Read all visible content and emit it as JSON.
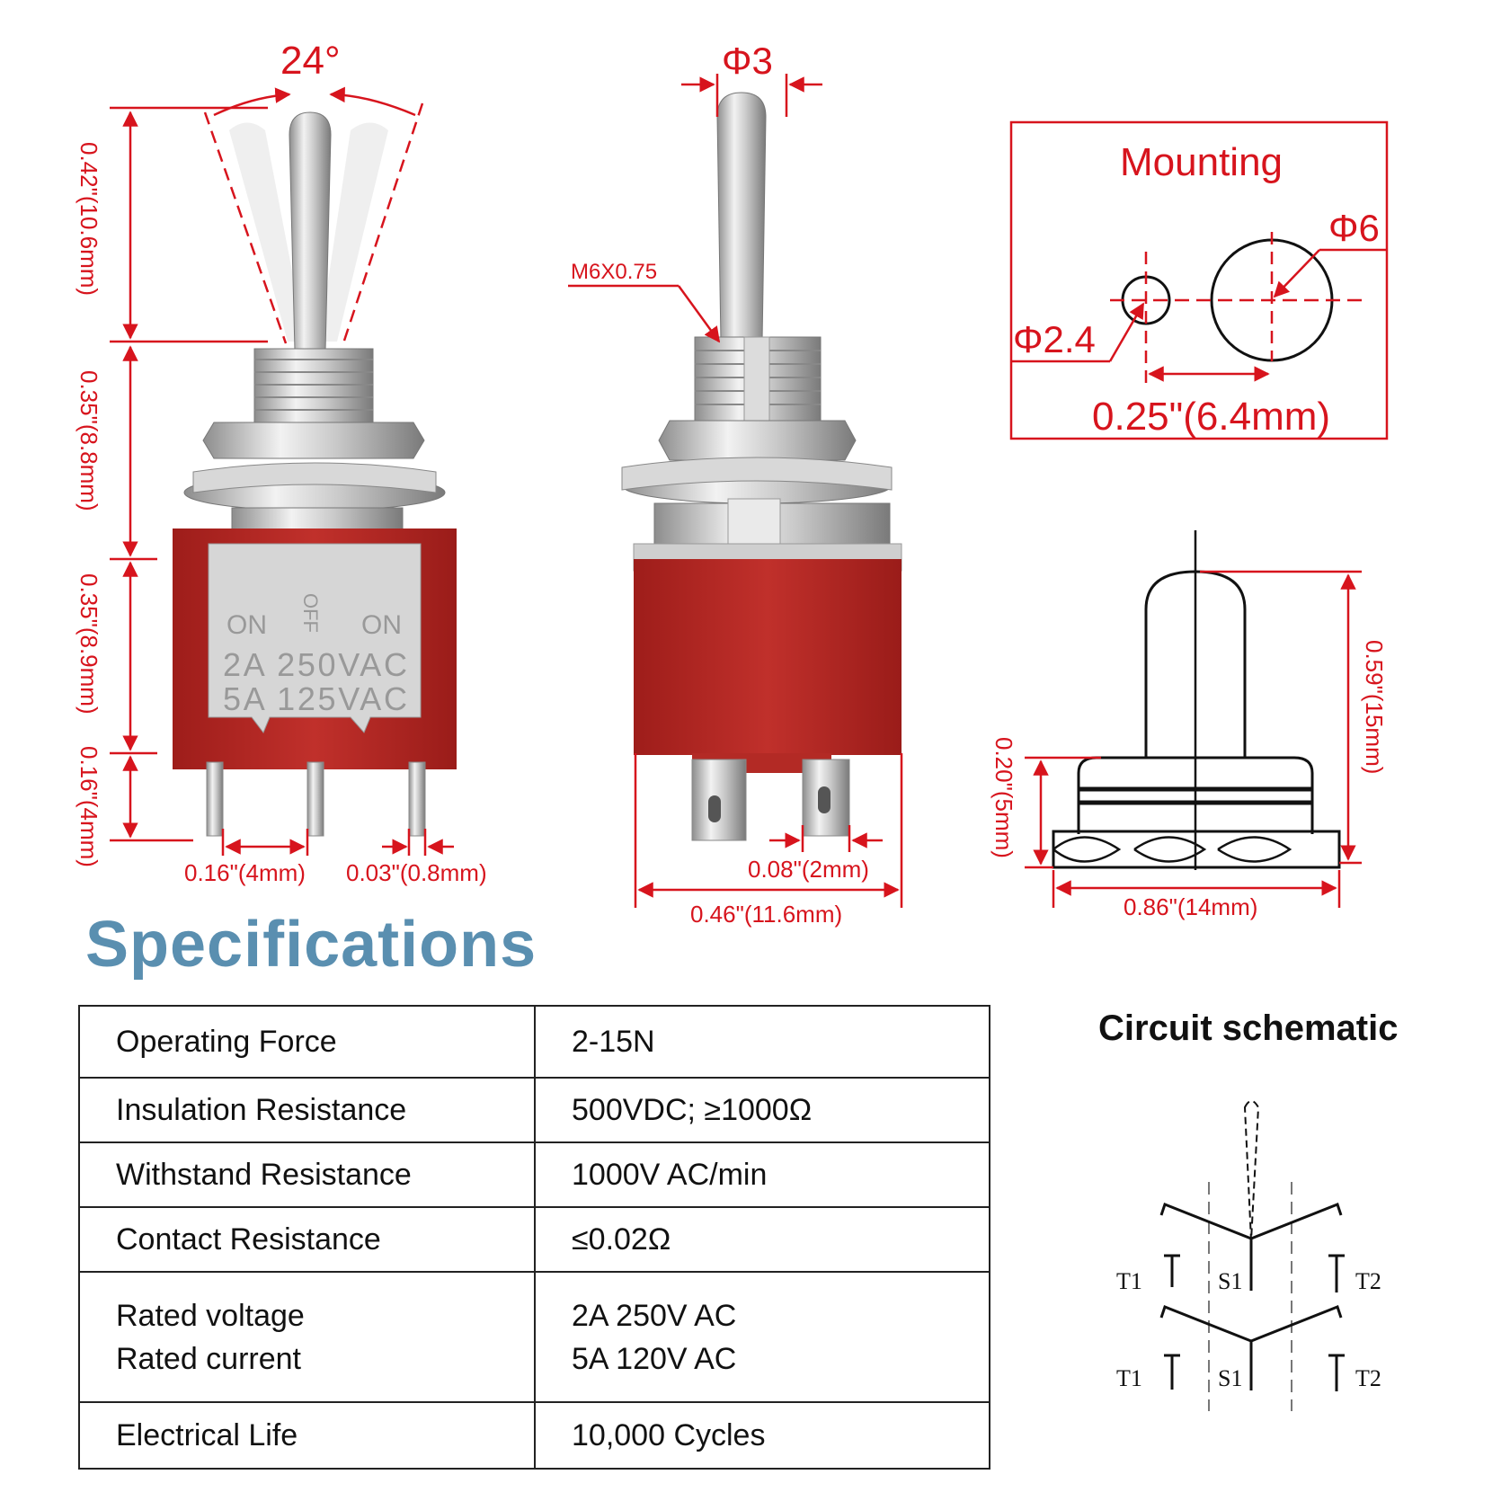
{
  "dimensions": {
    "angle": "24°",
    "lever_height": "0.42\"(10.6mm)",
    "bushing_height": "0.35\"(8.8mm)",
    "body_height": "0.35\"(8.9mm)",
    "terminal_height": "0.16\"(4mm)",
    "terminal_pitch": "0.16\"(4mm)",
    "terminal_thickness": "0.03\"(0.8mm)",
    "lever_diameter": "Φ3",
    "thread": "M6X0.75",
    "terminal_width": "0.08\"(2mm)",
    "body_width": "0.46\"(11.6mm)",
    "cap_height": "0.59\"(15mm)",
    "nut_height": "0.20\"(5mm)",
    "cap_width": "0.86\"(14mm)"
  },
  "mounting": {
    "title": "Mounting",
    "large_hole": "Φ6",
    "small_hole": "Φ2.4",
    "spacing": "0.25\"(6.4mm)"
  },
  "switch_label": {
    "left": "ON",
    "middle": "OFF",
    "right": "ON",
    "line1": "2A 250VAC",
    "line2": "5A 125VAC"
  },
  "specifications": {
    "title": "Specifications",
    "rows": [
      {
        "key": "Operating Force",
        "value": "2-15N"
      },
      {
        "key": "Insulation Resistance",
        "value": "500VDC; ≥1000Ω"
      },
      {
        "key": "Withstand Resistance",
        "value": "1000V AC/min"
      },
      {
        "key": "Contact Resistance",
        "value": "≤0.02Ω"
      },
      {
        "key": "Rated voltage",
        "key2": "Rated current",
        "value": "2A 250V AC",
        "value2": "5A 120V AC"
      },
      {
        "key": "Electrical Life",
        "value": "10,000 Cycles"
      }
    ]
  },
  "schematic": {
    "title": "Circuit schematic",
    "labels": {
      "t1": "T1",
      "s1": "S1",
      "t2": "T2"
    }
  },
  "colors": {
    "dimension": "#d7141d",
    "body": "#b42a26",
    "heading": "#5a8fb0"
  }
}
